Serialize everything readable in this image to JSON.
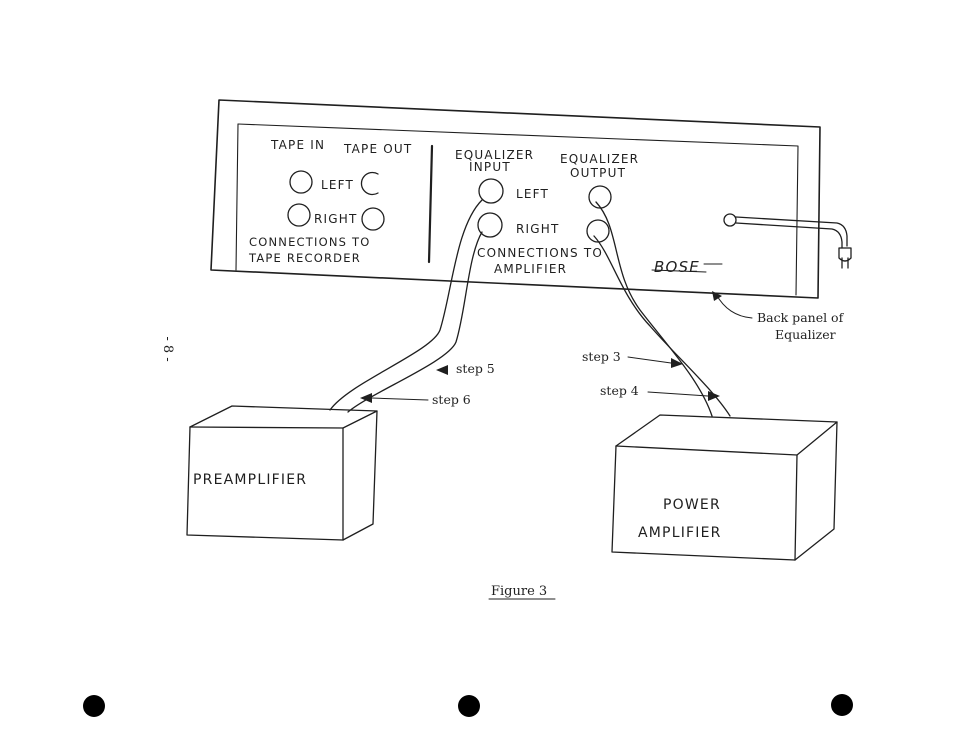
{
  "page": {
    "number": "- 8 -",
    "figure_caption": "Figure 3"
  },
  "panel": {
    "tape_in": "TAPE IN",
    "tape_out": "TAPE OUT",
    "tape_left": "LEFT",
    "tape_right": "RIGHT",
    "tape_conn_line1": "CONNECTIONS TO",
    "tape_conn_line2": "TAPE RECORDER",
    "eq_input_line1": "EQUALIZER",
    "eq_input_line2": "INPUT",
    "eq_output_line1": "EQUALIZER",
    "eq_output_line2": "OUTPUT",
    "amp_left": "LEFT",
    "amp_right": "RIGHT",
    "amp_conn_line1": "CONNECTIONS TO",
    "amp_conn_line2": "AMPLIFIER",
    "brand": "BOSE",
    "label_line1": "Back panel of",
    "label_line2": "Equalizer"
  },
  "steps": {
    "step3": "step 3",
    "step4": "step 4",
    "step5": "step 5",
    "step6": "step 6"
  },
  "boxes": {
    "preamp": "PREAMPLIFIER",
    "power_line1": "POWER",
    "power_line2": "AMPLIFIER"
  }
}
